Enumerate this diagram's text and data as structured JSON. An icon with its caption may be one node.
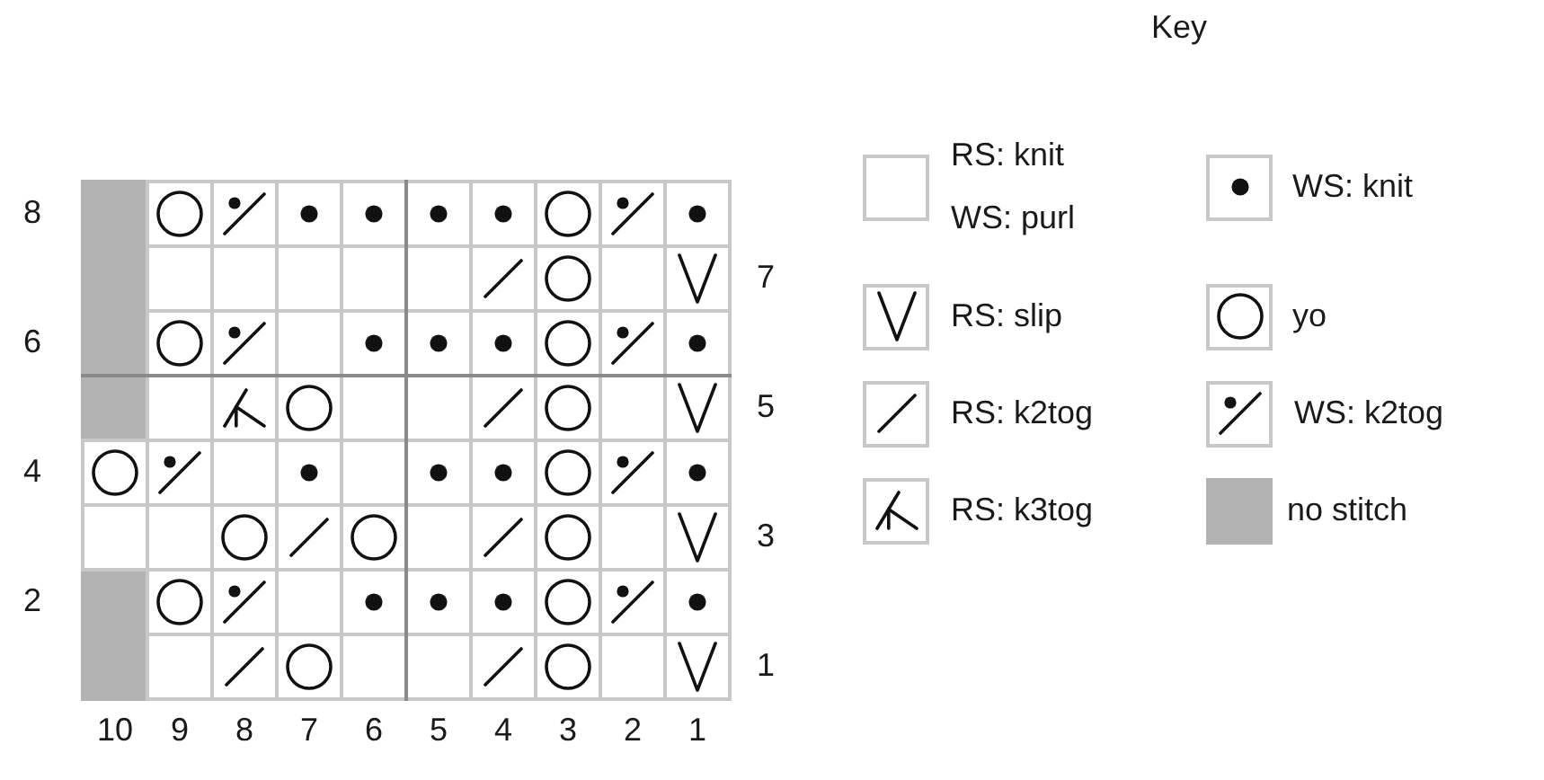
{
  "diagram": {
    "labels": [
      "Key",
      "8",
      "7",
      "6",
      "5",
      "4",
      "3",
      "2",
      "1",
      "10",
      "9",
      "8",
      "7",
      "6",
      "5",
      "4",
      "3",
      "2",
      "1"
    ],
    "legend": [
      {
        "text": "RS: knit WS: purl"
      },
      {
        "text": "WS: knit"
      },
      {
        "text": "RS: slip"
      },
      {
        "text": "yo"
      },
      {
        "text": "RS: k2tog"
      },
      {
        "text": "WS: k2tog"
      },
      {
        "text": "RS: k3tog"
      },
      {
        "text": "no stitch",
        "color": "#b3b3b3"
      }
    ]
  }
}
